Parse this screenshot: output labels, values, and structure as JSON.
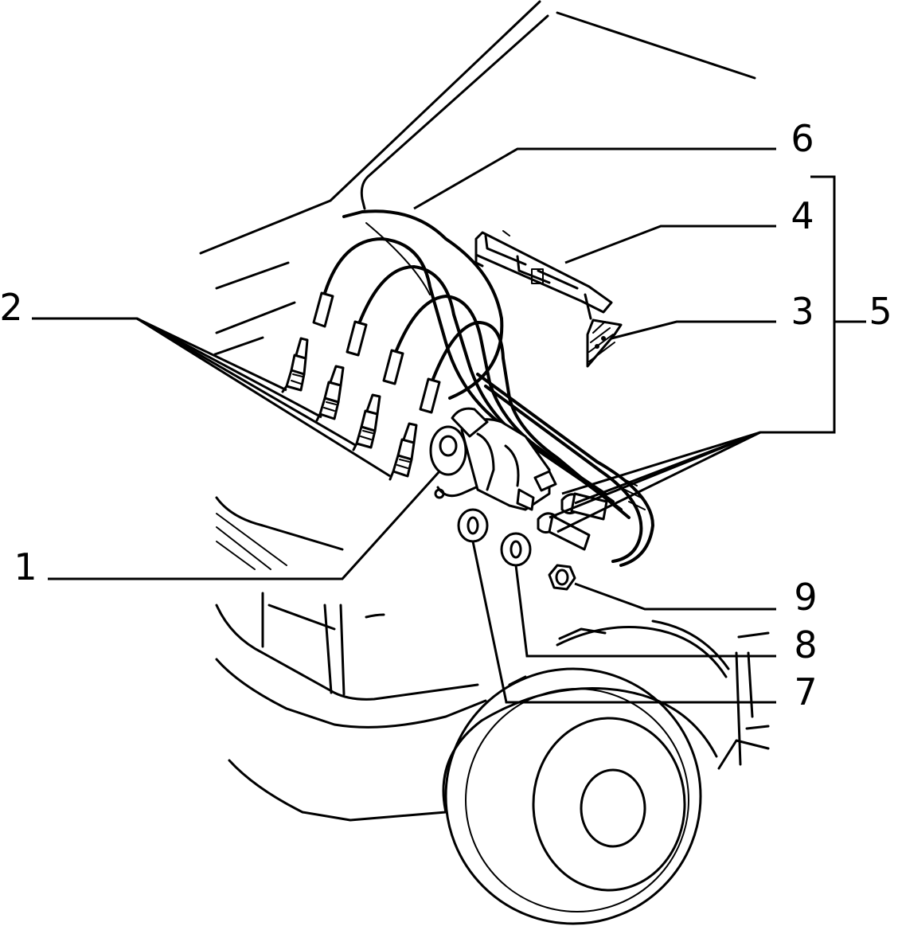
{
  "diagram": {
    "style": "exploded parts line drawing",
    "colors": {
      "line": "#000000",
      "background": "#ffffff"
    },
    "callouts": [
      "1",
      "2",
      "3",
      "4",
      "5",
      "6",
      "7",
      "8",
      "9"
    ]
  }
}
